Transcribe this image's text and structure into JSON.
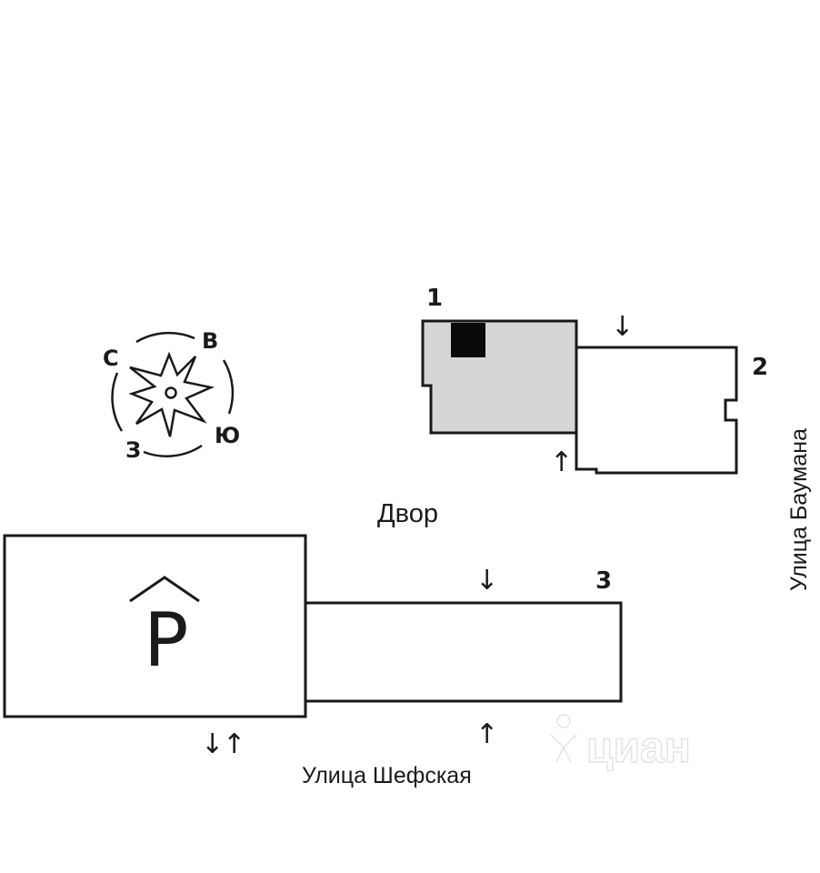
{
  "buildings": [
    {
      "number": "1",
      "highlighted": true
    },
    {
      "number": "2",
      "highlighted": false
    },
    {
      "number": "3",
      "highlighted": false
    }
  ],
  "parking": {
    "symbol": "P"
  },
  "labels": {
    "yard": "Двор",
    "street_bottom": "Улица Шефская",
    "street_right": "Улица Баумана"
  },
  "compass": {
    "north": "С",
    "east": "В",
    "south": "Ю",
    "west": "З"
  },
  "arrows": {
    "down": "↓",
    "up": "↑"
  },
  "watermark": "циан",
  "colors": {
    "highlight": "#d6d6d6",
    "line": "#1a1a1a",
    "mark": "#0a0a0a"
  }
}
